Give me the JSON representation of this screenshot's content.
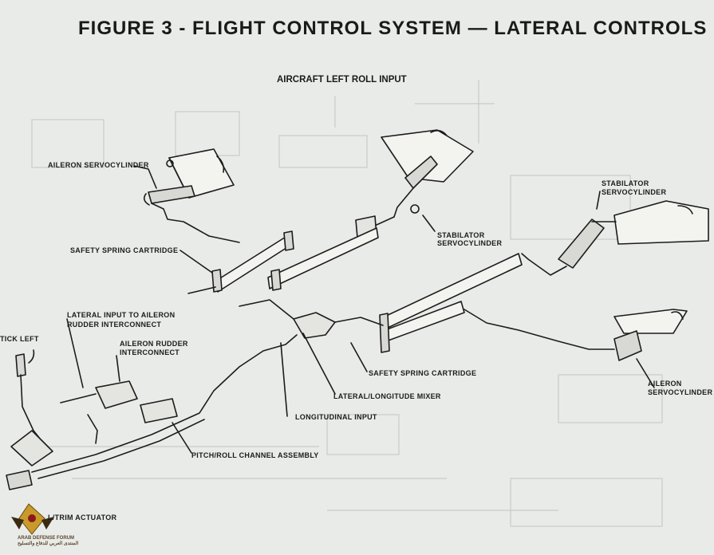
{
  "figure": {
    "title": "FIGURE 3 - FLIGHT CONTROL SYSTEM — LATERAL CONTROLS",
    "subtitle": "AIRCRAFT LEFT ROLL INPUT"
  },
  "labels": {
    "aileron_servocylinder_left": "AILERON SERVOCYLINDER",
    "stabilator_servocylinder_center_1": "STABILATOR",
    "stabilator_servocylinder_center_2": "SERVOCYLINDER",
    "stabilator_servocylinder_right_1": "STABILATOR",
    "stabilator_servocylinder_right_2": "SERVOCYLINDER",
    "safety_spring_cartridge_upper": "SAFETY SPRING CARTRIDGE",
    "lateral_input_1": "LATERAL INPUT TO AILERON",
    "lateral_input_2": "RUDDER INTERCONNECT",
    "aileron_rudder_interconnect_1": "AILERON RUDDER",
    "aileron_rudder_interconnect_2": "INTERCONNECT",
    "stick_left": "TICK LEFT",
    "safety_spring_cartridge_lower": "SAFETY SPRING CARTRIDGE",
    "lateral_longitude_mixer": "LATERAL/LONGITUDE MIXER",
    "longitudinal_input": "LONGITUDINAL INPUT",
    "aileron_servocylinder_right_1": "AILERON",
    "aileron_servocylinder_right_2": "SERVOCYLINDER",
    "pitch_roll_channel": "PITCH/ROLL CHANNEL ASSEMBLY",
    "trim_actuator": "L/TRIM ACTUATOR"
  },
  "watermark": {
    "line1": "ARAB DEFENSE FORUM",
    "line2": "المنتدى العربي للدفاع والتسليح"
  },
  "colors": {
    "ink": "#1c1c1c",
    "paper": "#e9ebe8",
    "ghost": "#c9cbc8"
  }
}
